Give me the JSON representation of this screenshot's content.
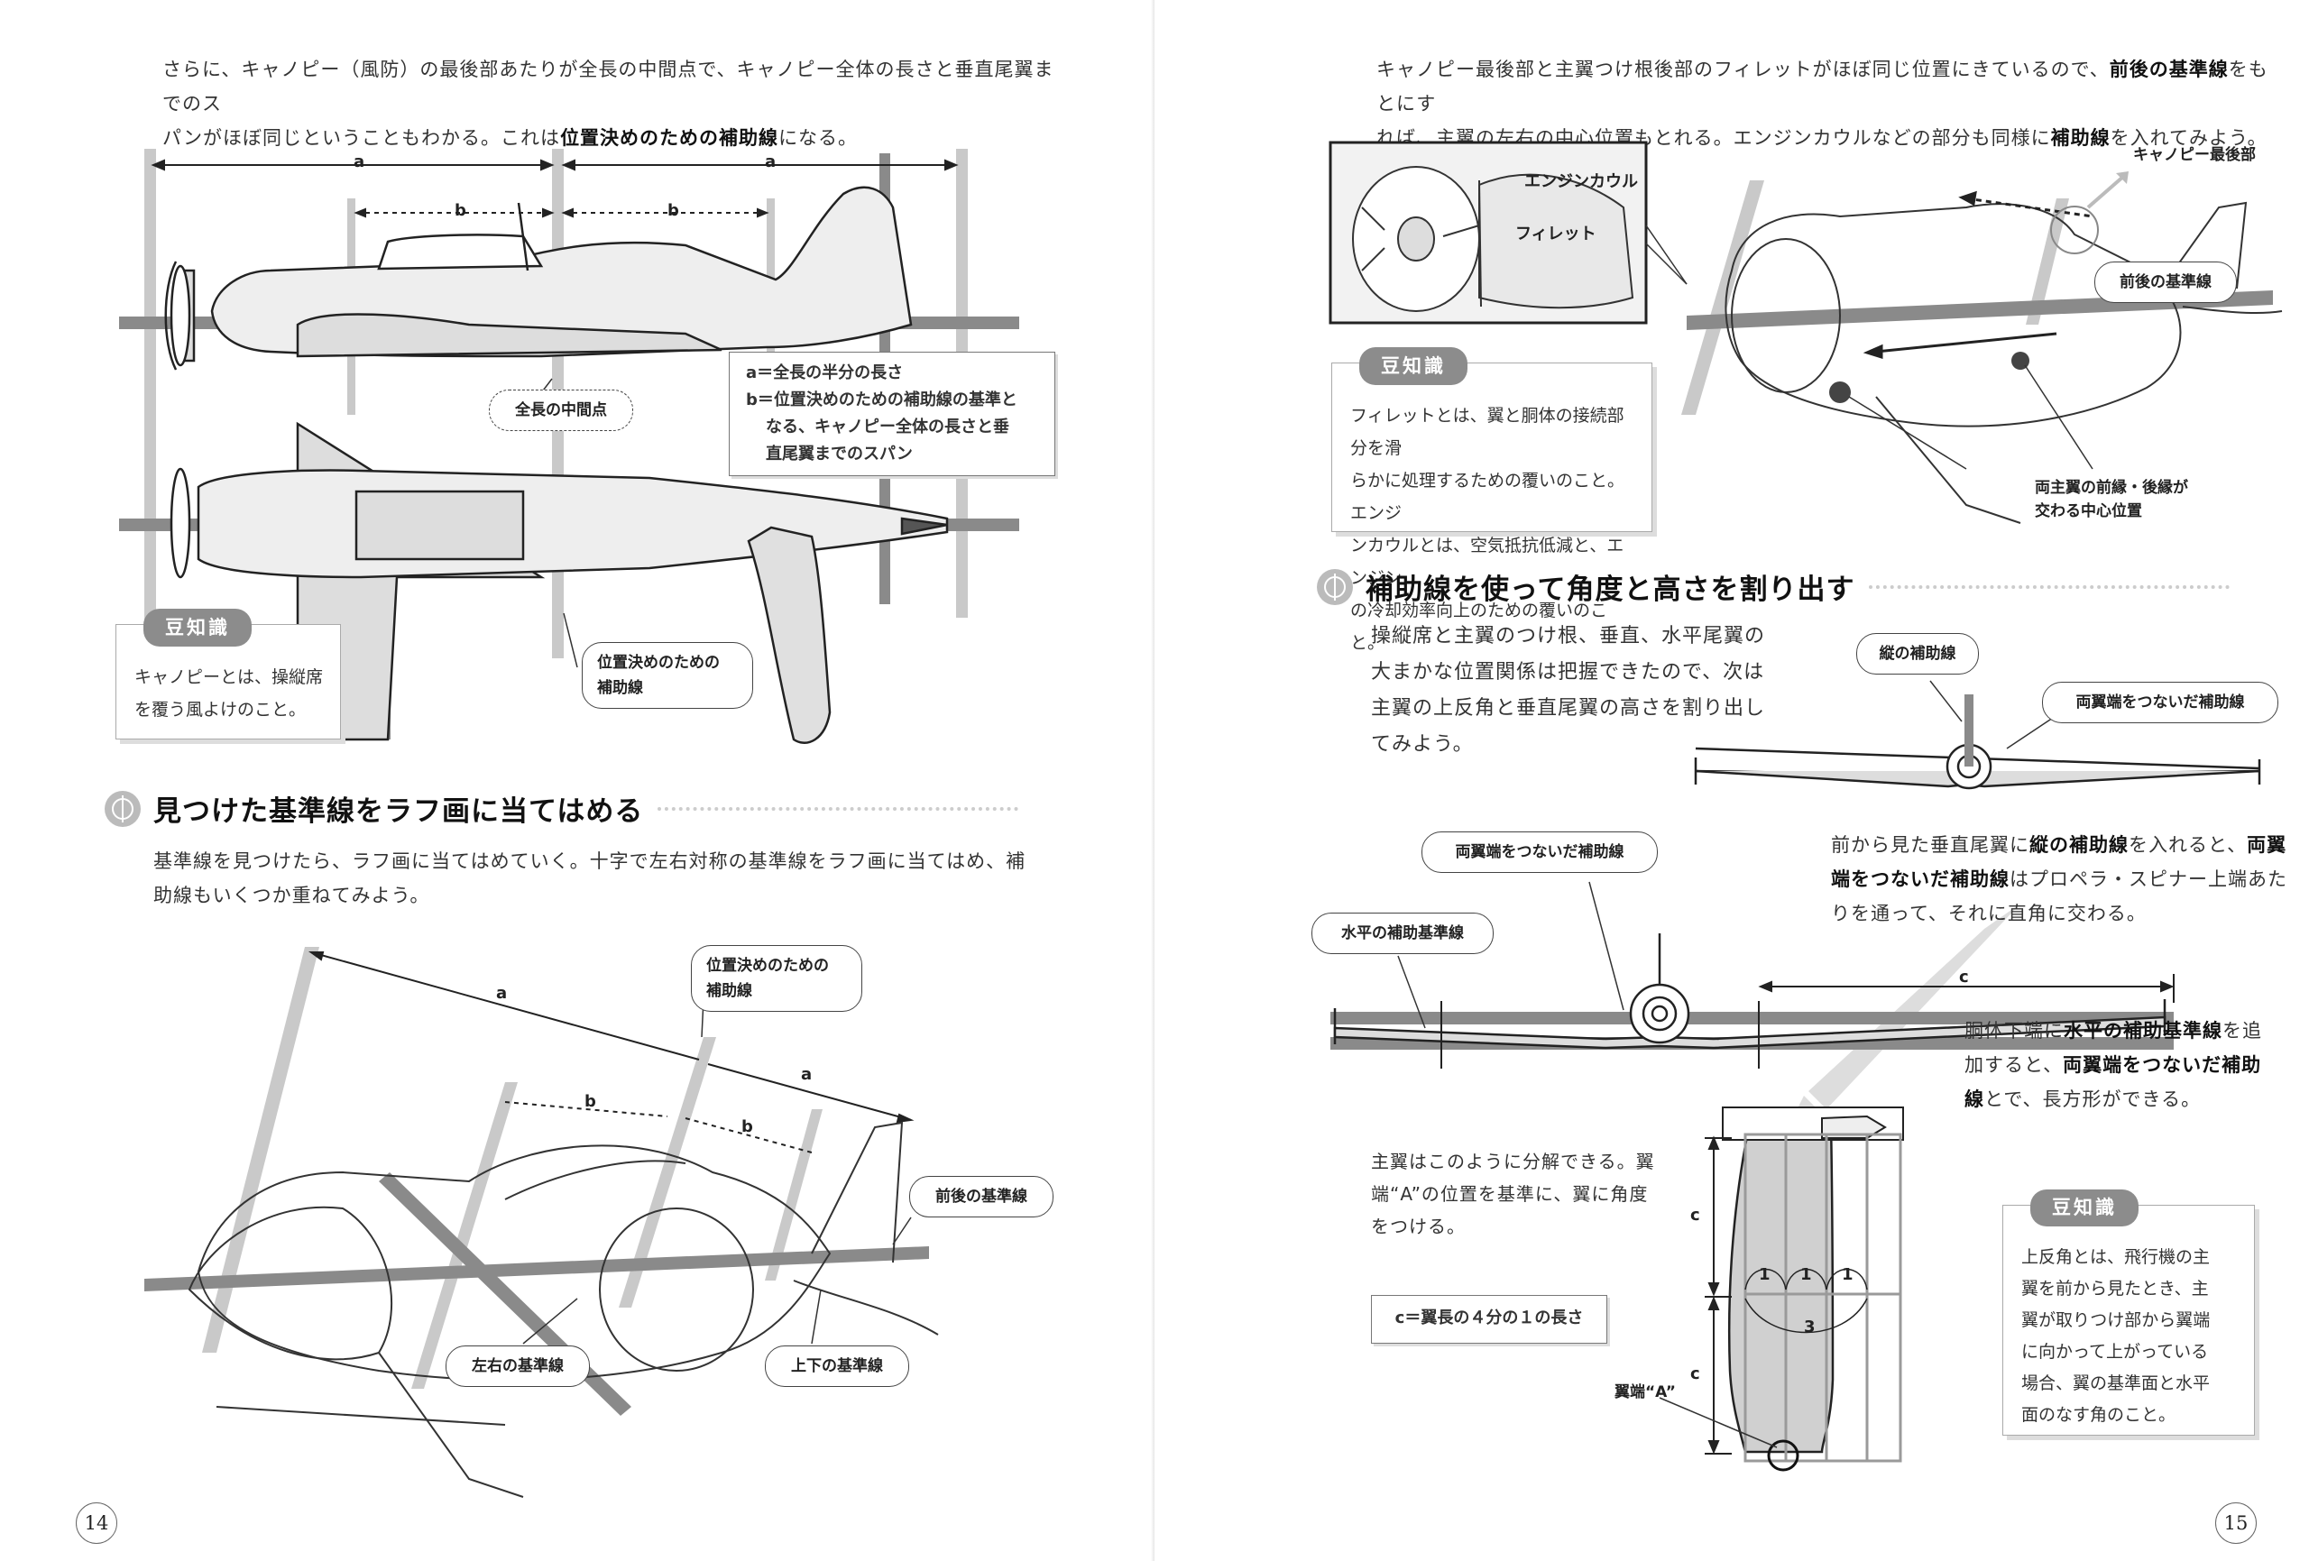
{
  "left_page": {
    "intro": {
      "line1": "さらに、キャノピー（風防）の最後部あたりが全長の中間点で、キャノピー全体の長さと垂直尾翼までのス",
      "line2_pre": "パンがほぼ同じということもわかる。これは",
      "line2_bold": "位置決めのための補助線",
      "line2_post": "になる。"
    },
    "diagram1": {
      "dim_a": "a",
      "dim_b": "b",
      "midpoint_label": "全長の中間点",
      "legend_a": "a＝全長の半分の長さ",
      "legend_b": "b＝位置決めのための補助線の基準と",
      "legend_b2": "なる、キャノピー全体の長さと垂",
      "legend_b3": "直尾翼までのスパン",
      "guide_label_1": "位置決めのための",
      "guide_label_2": "補助線"
    },
    "mame1": {
      "tag": "豆知識",
      "line1": "キャノピーとは、操縦席",
      "line2": "を覆う風よけのこと。"
    },
    "section1": {
      "title": "見つけた基準線をラフ画に当てはめる",
      "line1": "基準線を見つけたら、ラフ画に当てはめていく。十字で左右対称の基準線をラフ画に当てはめ、補",
      "line2": "助線もいくつか重ねてみよう。"
    },
    "diagram2": {
      "dim_a": "a",
      "dim_b": "b",
      "guide_label_1": "位置決めのための",
      "guide_label_2": "補助線",
      "front_back": "前後の基準線",
      "left_right": "左右の基準線",
      "up_down": "上下の基準線"
    },
    "page_number": "14"
  },
  "right_page": {
    "intro": {
      "line1_pre": "キャノピー最後部と主翼つけ根後部のフィレットがほぼ同じ位置にきているので、",
      "line1_bold": "前後の基準線",
      "line1_post": "をもとにす",
      "line2_pre": "れば、主翼の左右の中心位置もとれる。エンジンカウルなどの部分も同様に",
      "line2_bold": "補助線",
      "line2_post": "を入れてみよう。"
    },
    "diagram3": {
      "engine_cowl": "エンジンカウル",
      "fillet": "フィレット",
      "canopy_rear": "キャノピー最後部",
      "front_back": "前後の基準線",
      "center_1": "両主翼の前縁・後縁が",
      "center_2": "交わる中心位置"
    },
    "mame2": {
      "tag": "豆知識",
      "line1": "フィレットとは、翼と胴体の接続部分を滑",
      "line2": "らかに処理するための覆いのこと。エンジ",
      "line3": "ンカウルとは、空気抵抗低減と、エンジン",
      "line4": "の冷却効率向上のための覆いのこと。"
    },
    "section2": {
      "title": "補助線を使って角度と高さを割り出す",
      "line1": "操縦席と主翼のつけ根、垂直、水平尾翼の",
      "line2": "大まかな位置関係は把握できたので、次は",
      "line3": "主翼の上反角と垂直尾翼の高さを割り出し",
      "line4": "てみよう。"
    },
    "diagram4": {
      "vertical_guide": "縦の補助線",
      "wingtip_guide": "両翼端をつないだ補助線",
      "wingtip_guide_2": "両翼端をつないだ補助線",
      "horizontal_guide": "水平の補助基準線",
      "dim_c": "c"
    },
    "para1": {
      "l1_pre": "前から見た垂直尾翼に",
      "l1_bold": "縦の補助線",
      "l1_post": "を入れると、",
      "l1_bold2": "両翼",
      "l2_bold": "端をつないだ補助線",
      "l2_post": "はプロペラ・スピナー上端あた",
      "l3": "りを通って、それに直角に交わる。"
    },
    "para2": {
      "l1_pre": "胴体下端に",
      "l1_bold": "水平の補助基準線",
      "l1_post": "を追",
      "l2_pre": "加すると、",
      "l2_bold": "両翼端をつないだ補助",
      "l3_bold": "線",
      "l3_post": "とで、長方形ができる。"
    },
    "diagram5": {
      "text_1": "主翼はこのように分解できる。翼",
      "text_2": "端“A”の位置を基準に、翼に角度",
      "text_3": "をつける。",
      "formula": "c＝翼長の４分の１の長さ",
      "dim_c": "c",
      "ratio_1": "1",
      "ratio_3": "3",
      "wingtip": "翼端“A”"
    },
    "mame3": {
      "tag": "豆知識",
      "line1": "上反角とは、飛行機の主",
      "line2": "翼を前から見たとき、主",
      "line3": "翼が取りつけ部から翼端",
      "line4": "に向かって上がっている",
      "line5": "場合、翼の基準面と水平",
      "line6": "面のなす角のこと。"
    },
    "page_number": "15"
  },
  "colors": {
    "guide_gray": "#8a8a8a",
    "light_gray": "#c8c8c8",
    "tag_gray": "#8c8c8c",
    "ink": "#222222"
  }
}
